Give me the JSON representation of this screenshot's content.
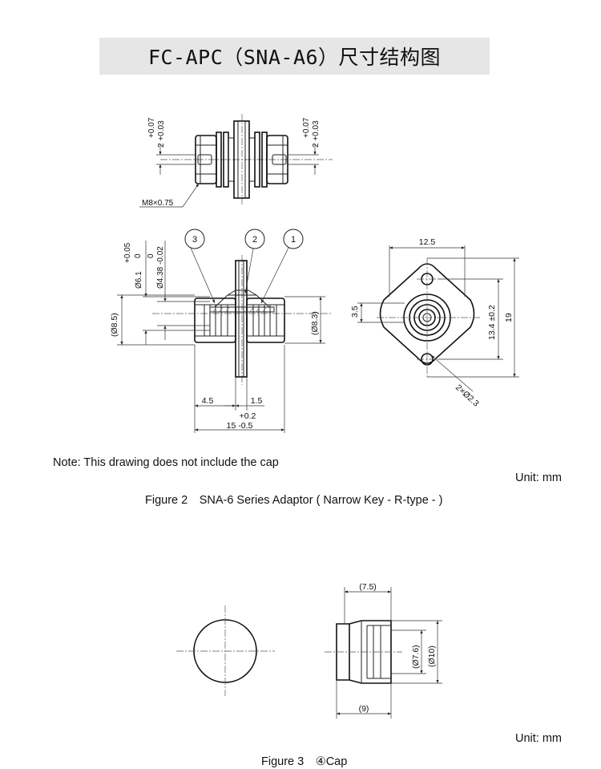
{
  "title": "FC-APC（SNA-A6）尺寸结构图",
  "note": "Note: This drawing does not include the cap",
  "unit_label_1": "Unit: mm",
  "figure2_caption": "Figure 2　SNA-6 Series Adaptor ( Narrow Key - R-type - )",
  "unit_label_2": "Unit: mm",
  "figure3_caption": "Figure 3　④Cap",
  "top_view": {
    "tol_left_upper": "+0.07",
    "tol_left_base": "2 +0.03",
    "tol_right_upper": "+0.07",
    "tol_right_base": "2 +0.03",
    "thread": "M8×0.75"
  },
  "side_view": {
    "balloon_3": "3",
    "balloon_2": "2",
    "balloon_1": "1",
    "dia61_upper": "+0.05",
    "dia61_zero": "0",
    "dia61_label": "Ø6.1",
    "dia438_upper": "0",
    "dia438_label": "Ø4.38 -0.02",
    "dia85": "(Ø8.5)",
    "dia83": "(Ø8.3)",
    "dim_45": "4.5",
    "dim_15": "1.5",
    "len_tol": "+0.2",
    "len_base": "15 -0.5"
  },
  "front_view": {
    "width": "12.5",
    "dim_35": "3.5",
    "pitch": "13.4 ±0.2",
    "height": "19",
    "holes": "2×Ø2.3"
  },
  "cap": {
    "len_75": "(7.5)",
    "len_9": "(9)",
    "dia76": "(Ø7.6)",
    "dia10": "(Ø10)"
  }
}
